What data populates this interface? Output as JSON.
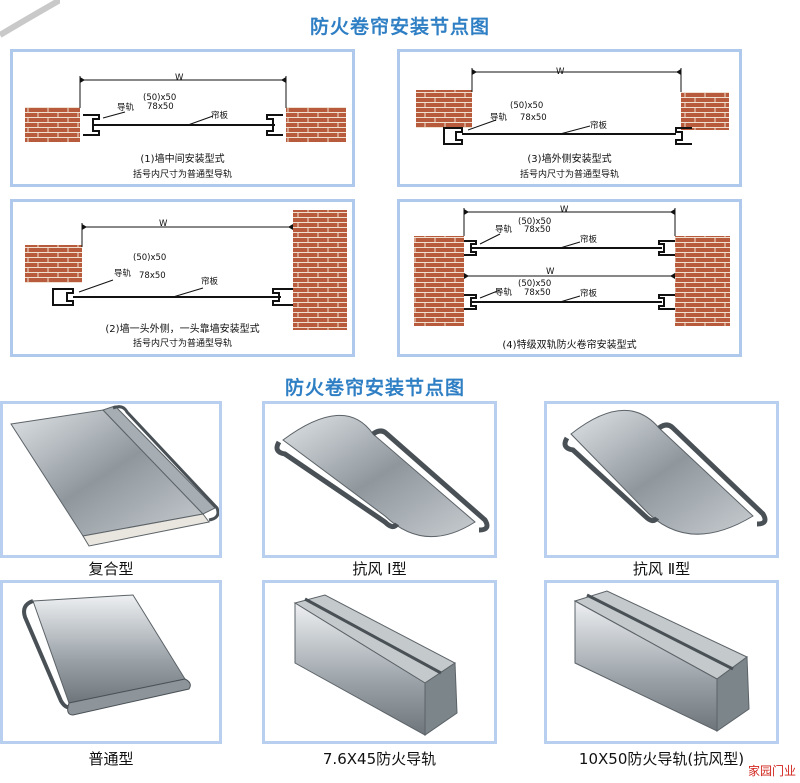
{
  "header": {
    "title_top": "防火卷帘安装节点图",
    "title_mid": "防火卷帘安装节点图"
  },
  "diagrams": [
    {
      "id": "d1",
      "w": "W",
      "size_a": "(50)x50",
      "size_b": "78x50",
      "guide": "导轨",
      "curtain": "帘板",
      "caption": "(1)墙中间安装型式",
      "note": "括号内尺寸为普通型导轨"
    },
    {
      "id": "d3",
      "w": "W",
      "size_a": "(50)x50",
      "size_b": "78x50",
      "guide": "导轨",
      "curtain": "帘板",
      "caption": "(3)墙外侧安装型式",
      "note": "括号内尺寸为普通型导轨"
    },
    {
      "id": "d2",
      "w": "W",
      "size_a": "(50)x50",
      "size_b": "78x50",
      "guide": "导轨",
      "curtain": "帘板",
      "caption": "(2)墙一头外侧，一头靠墙安装型式",
      "note": "括号内尺寸为普通型导轨"
    },
    {
      "id": "d4",
      "w1": "W",
      "w2": "W",
      "size_a": "(50)x50",
      "size_b": "78x50",
      "size_c": "(50)x50",
      "size_d": "78x50",
      "guide": "导轨",
      "curtain": "帘板",
      "guide2": "导轨",
      "curtain2": "帘板",
      "caption": "(4)特级双轨防火卷帘安装型式"
    }
  ],
  "products": [
    {
      "label": "复合型",
      "icon": "composite-slat-photo"
    },
    {
      "label": "抗风 Ⅰ型",
      "icon": "windproof-1-slat-photo"
    },
    {
      "label": "抗风 Ⅱ型",
      "icon": "windproof-2-slat-photo"
    },
    {
      "label": "普通型",
      "icon": "standard-slat-photo"
    },
    {
      "label": "7.6X45防火导轨",
      "icon": "fire-guide-rail-photo"
    },
    {
      "label": "10X50防火导轨(抗风型)",
      "icon": "windproof-guide-rail-photo"
    }
  ],
  "watermark": "家园门业",
  "colors": {
    "title": "#2f7fc4",
    "frame": "#aec9ec",
    "brick": "#b85a3c",
    "watermark": "#d2261e"
  }
}
